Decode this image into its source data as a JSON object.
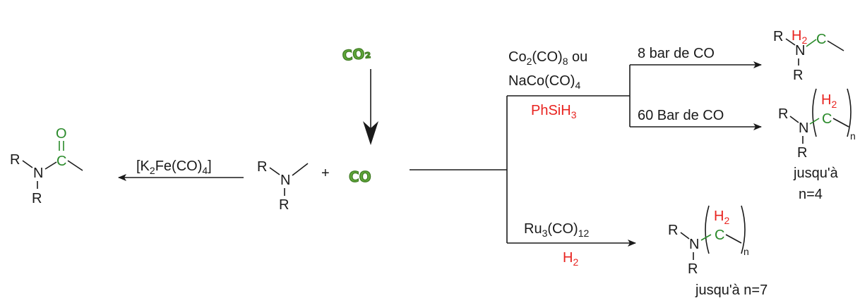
{
  "molecules": {
    "amide": {
      "r_top": "R",
      "n": "N",
      "r_bottom": "R",
      "o": "O",
      "c": "C"
    },
    "amine": {
      "r_top": "R",
      "n": "N",
      "r_bottom": "R"
    },
    "product_top": {
      "r_top": "R",
      "n": "N",
      "r_bottom": "R",
      "h": "H",
      "h_sub": "2",
      "c": "C"
    },
    "product_mid": {
      "r_top": "R",
      "n": "N",
      "r_bottom": "R",
      "h": "H",
      "h_sub": "2",
      "c": "C",
      "n_sub": "n",
      "note1": "jusqu'à",
      "note2": "n=4"
    },
    "product_bottom": {
      "r_top": "R",
      "n": "N",
      "r_bottom": "R",
      "h": "H",
      "h_sub": "2",
      "c": "C",
      "n_sub": "n",
      "note": "jusqu'à n=7"
    }
  },
  "reagents": {
    "co2_label": "CO₂",
    "co_label": "CO",
    "plus": "+",
    "fe": {
      "a": "[K",
      "sub1": "2",
      "b": "Fe(CO)",
      "sub2": "4",
      "c": "]"
    },
    "co_cat": {
      "l1a": "Co",
      "l1s1": "2",
      "l1b": "(CO)",
      "l1s2": "8",
      "l1c": " ou",
      "l2a": "NaCo(CO)",
      "l2s": "4"
    },
    "silane": {
      "a": "PhSiH",
      "s": "3"
    },
    "ru": {
      "a": "Ru",
      "s1": "3",
      "b": "(CO)",
      "s2": "12"
    },
    "h2": {
      "a": "H",
      "s": "2"
    }
  },
  "conditions": {
    "low_pressure": "8 bar de CO",
    "high_pressure": "60 Bar de CO"
  },
  "colors": {
    "red": "#e8231f",
    "green": "#2a8a2a",
    "grass": "#5fa63a"
  }
}
